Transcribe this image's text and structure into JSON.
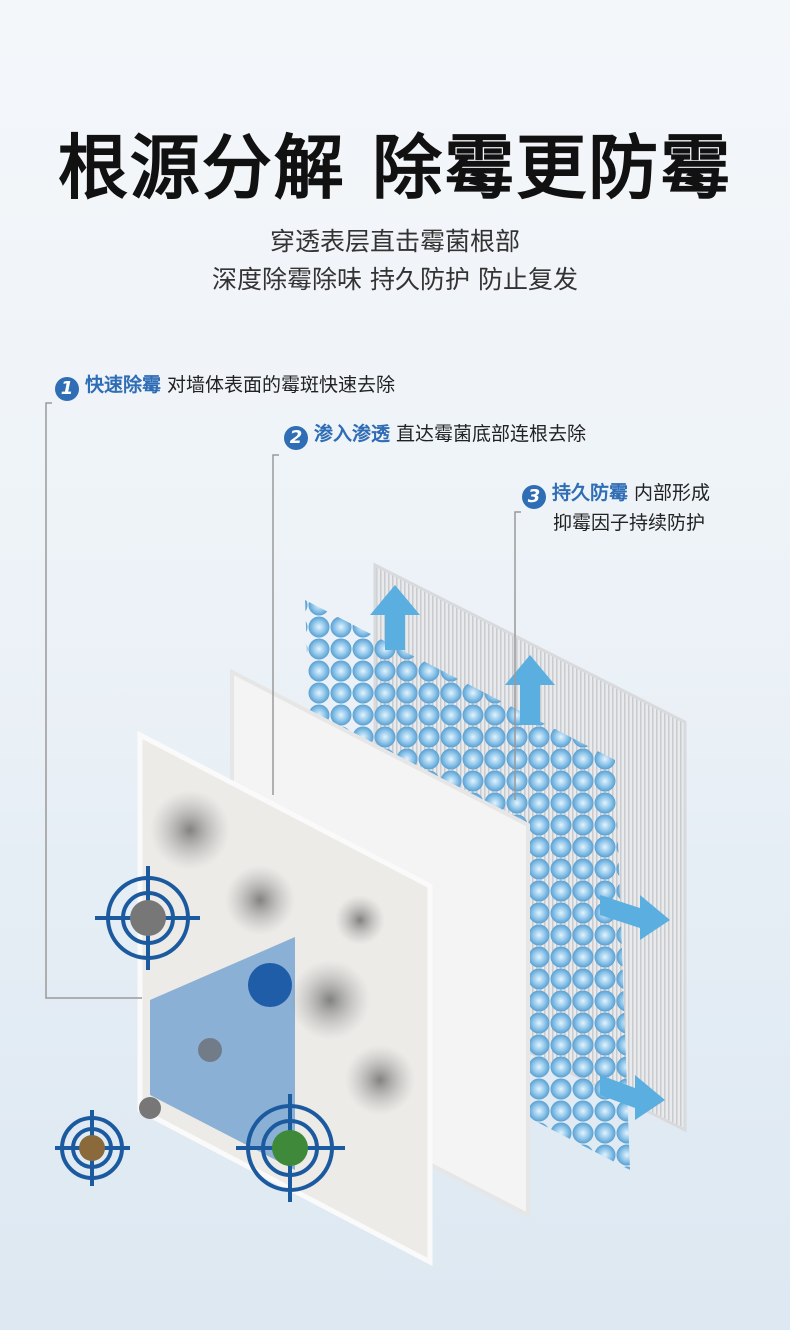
{
  "header": {
    "title": "根源分解 除霉更防霉",
    "subtitle_line1": "穿透表层直击霉菌根部",
    "subtitle_line2": "深度除霉除味 持久防护 防止复发"
  },
  "features": [
    {
      "number": "1",
      "title": "快速除霉",
      "desc": "对墙体表面的霉斑快速去除"
    },
    {
      "number": "2",
      "title": "渗入渗透",
      "desc": "直达霉菌底部连根去除"
    },
    {
      "number": "3",
      "title": "持久防霉",
      "desc": "内部形成",
      "desc2": "抑霉因子持续防护"
    }
  ],
  "colors": {
    "accent": "#2f6db5",
    "bubble": "#8cc4ea",
    "arrow": "#5aaee0"
  }
}
